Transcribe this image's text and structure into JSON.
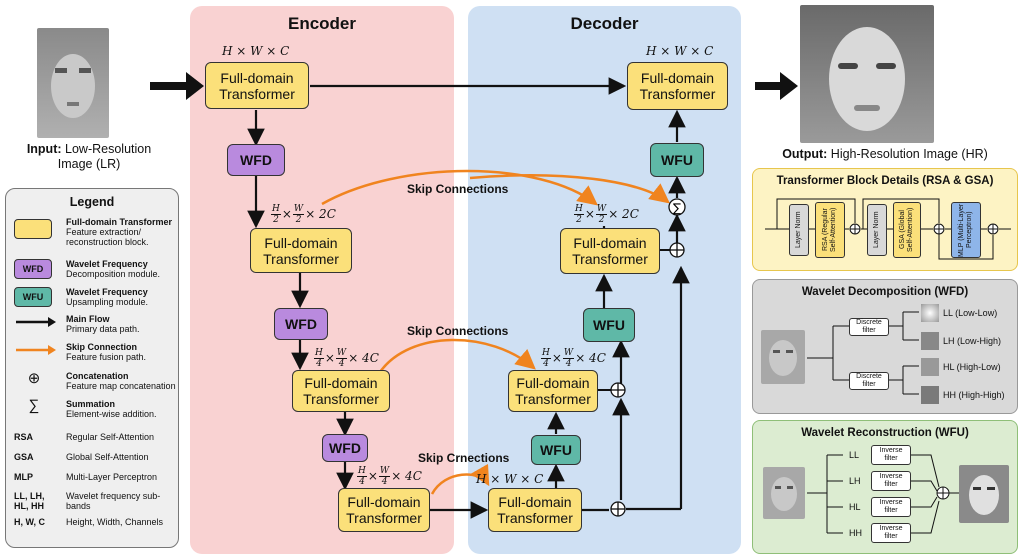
{
  "encoder": {
    "title": "Encoder"
  },
  "decoder": {
    "title": "Decoder"
  },
  "input": {
    "label_bold": "Input:",
    "label": "Low-Resolution Image (LR)"
  },
  "output": {
    "label_bold": "Output:",
    "label": "High-Resolution Image (HR)"
  },
  "blocks": {
    "ft": "Full-domain Transformer",
    "wfd": "WFD",
    "wfu": "WFU"
  },
  "dims": {
    "d1": "H × W × C",
    "d2_tail": "× 2C",
    "d3_tail": "× 4C",
    "d4_tail": "× 4C",
    "dec4": "H × W × C",
    "frac_H": "H",
    "frac_W": "W",
    "den2": "2",
    "den4": "4"
  },
  "skip": {
    "s1": "Skip Connections",
    "s2": "Skip Connections",
    "s3": "Skip Crnections"
  },
  "legend": {
    "title": "Legend",
    "items": [
      {
        "bold": "Full-domain Transformer",
        "text": "Feature extraction/ reconstruction block."
      },
      {
        "swatch": "WFD",
        "bold": "Wavelet Frequency",
        "text": "Decomposition module."
      },
      {
        "swatch": "WFU",
        "bold": "Wavelet Frequency",
        "text": "Upsampling module."
      },
      {
        "bold": "Main Flow",
        "text": "Primary data path."
      },
      {
        "bold": "Skip Connection",
        "text": "Feature fusion path."
      },
      {
        "symbol": "⊕",
        "bold": "Concatenation",
        "text": "Feature map concatenation"
      },
      {
        "symbol": "∑",
        "bold": "Summation",
        "text": "Element-wise addition."
      }
    ],
    "abbr": [
      {
        "k": "RSA",
        "v": "Regular Self-Attention"
      },
      {
        "k": "GSA",
        "v": "Global Self-Attention"
      },
      {
        "k": "MLP",
        "v": "Multi-Layer Perceptron"
      },
      {
        "k": "LL, LH, HL, HH",
        "v": "Wavelet frequency sub-bands"
      },
      {
        "k": "H, W, C",
        "v": "Height, Width, Channels"
      }
    ]
  },
  "tb": {
    "title": "Transformer Block Details (RSA & GSA)",
    "ln": "Layer Norm",
    "rsa": "RSA (Regular Self-Attention)",
    "gsa": "GSA (Global Self-Attention)",
    "mlp": "MLP (Multi-Layer Perceptron)"
  },
  "wd": {
    "title": "Wavelet Decomposition (WFD)",
    "filter": "Discrete filter",
    "ll": "LL (Low-Low)",
    "lh": "LH (Low-High)",
    "hl": "HL (High-Low)",
    "hh": "HH (High-High)"
  },
  "wr": {
    "title": "Wavelet Reconstruction (WFU)",
    "filter": "Inverse filter",
    "ll": "LL",
    "lh": "LH",
    "hl": "HL",
    "hh": "HH"
  },
  "colors": {
    "encoder_bg": "#f9d2d2",
    "decoder_bg": "#cfe0f3",
    "ft": "#fbe07a",
    "wfd": "#b98ade",
    "wfu": "#5fb8a7",
    "skip": "#f0841f"
  }
}
